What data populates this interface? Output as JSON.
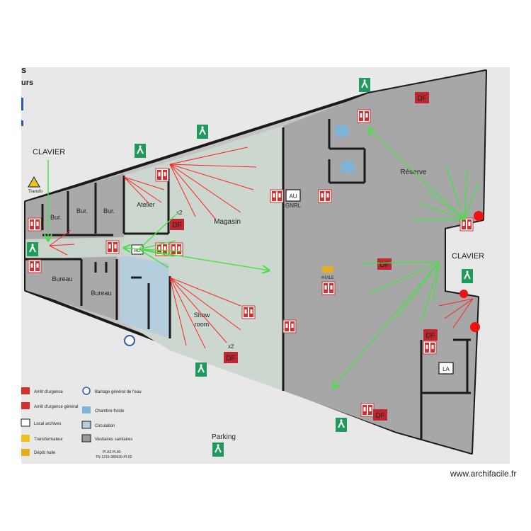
{
  "header": {
    "fragment_top": "s",
    "fragment_sub": "urs"
  },
  "rooms": {
    "bur1": "Bur.",
    "bur2": "Bur.",
    "bur3": "Bur.",
    "atelier": "Atelier",
    "magasin": "Magasin",
    "reserve": "Réserve",
    "bureau1": "Bureau",
    "bureau2": "Bureau",
    "show": "Show",
    "room": "room",
    "la": "LA",
    "au_main": "AU",
    "gnrl": "GNRL",
    "huile": "HUILE",
    "au_small": "AU"
  },
  "markers": {
    "df": "DF",
    "x2": "x2",
    "transfo": "Transfo",
    "clavier_left": "CLAVIER",
    "clavier_right": "CLAVIER"
  },
  "legend": {
    "items": [
      "Arrêt d'urgence",
      "Arrêt d'urgence général",
      "Local archives",
      "Transformateur",
      "Dépôt huile",
      "Barrage général de l'eau",
      "Chambre froide",
      "Circulation",
      "Vestiaires sanitaires"
    ],
    "reference_1": "PI.A3.PL00-",
    "reference_2": "TN-1219-380630-PI-02"
  },
  "parking": "Parking",
  "watermark": "www.archifacile.fr",
  "colors": {
    "photo_frame": "#e8e8e8",
    "room_dark": "#a7a7a7",
    "room_mid": "#c4c4c4",
    "magasin": "#ccd8cf",
    "circulation": "#b4cedd",
    "wall": "#1a1a1a",
    "exit_sign": "#1f9a5a",
    "fire_red": "#d43030",
    "annotation_green": "#48e048",
    "annotation_red": "#ff2222"
  }
}
